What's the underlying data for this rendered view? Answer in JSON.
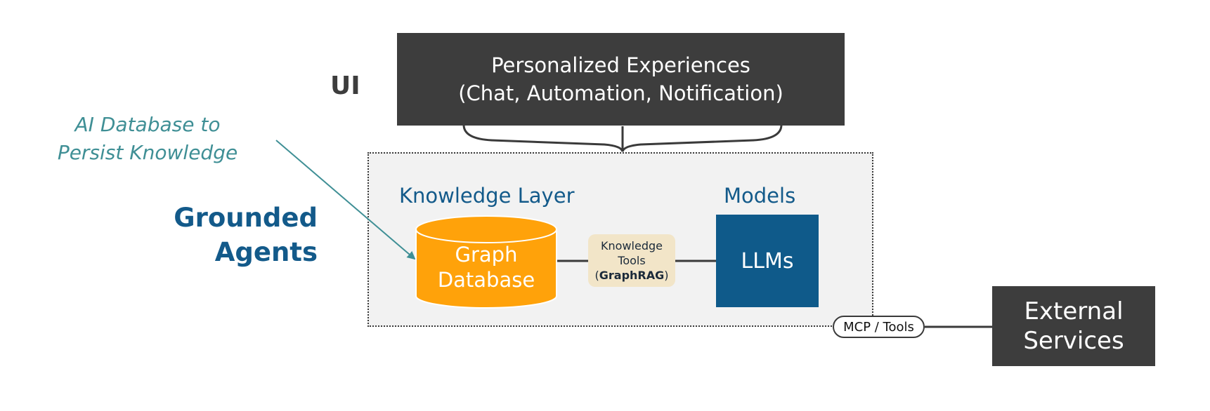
{
  "ux_box": {
    "line1": "Personalized Experiences",
    "line2": "(Chat, Automation, Notification)"
  },
  "ui_label": "UI",
  "annotation": {
    "line1": "AI Database to",
    "line2": "Persist Knowledge"
  },
  "grounded": {
    "line1": "Grounded",
    "line2": "Agents"
  },
  "knowledge_layer": {
    "title": "Knowledge Layer",
    "database": {
      "line1": "Graph",
      "line2": "Database"
    }
  },
  "knowledge_tools": {
    "line1": "Knowledge",
    "line2": "Tools",
    "line3_open": "(",
    "line3_bold": "GraphRAG",
    "line3_close": ")"
  },
  "models": {
    "title": "Models",
    "llm_label": "LLMs"
  },
  "connector": {
    "label": "MCP / Tools"
  },
  "external": {
    "line1": "External",
    "line2": "Services"
  },
  "colors": {
    "dark_box": "#3d3d3d",
    "brand_blue": "#135a8a",
    "llm_blue": "#0f5a8a",
    "database_orange": "#ffa20a",
    "annotation_teal": "#3f8f95",
    "tools_cream": "#f2e5c8",
    "region_gray": "#f2f2f2"
  }
}
